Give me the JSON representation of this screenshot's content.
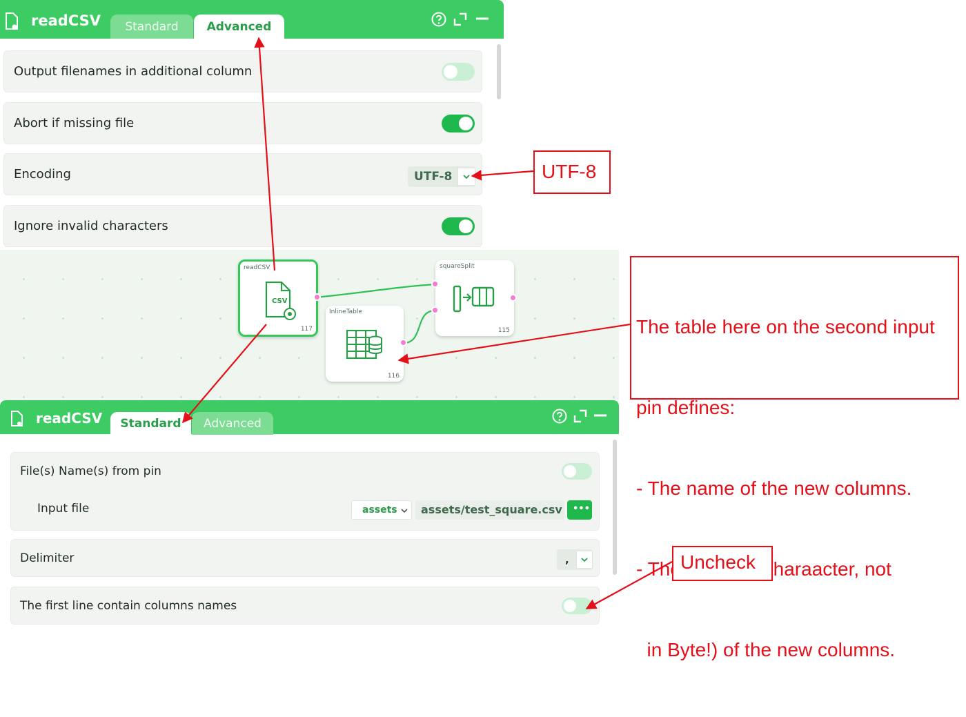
{
  "colors": {
    "accent": "#3dcc63",
    "toggle_on": "#1fb84d",
    "annotation": "#e3101a",
    "pin": "#f57ad2"
  },
  "top_panel": {
    "title": "readCSV",
    "tabs": {
      "standard": "Standard",
      "advanced": "Advanced"
    },
    "active_tab": "Advanced",
    "rows": [
      {
        "label": "Output filenames in additional column",
        "toggle": false
      },
      {
        "label": "Abort if missing file",
        "toggle": true
      },
      {
        "label": "Encoding",
        "value": "UTF-8"
      },
      {
        "label": "Ignore invalid characters",
        "toggle": true
      }
    ]
  },
  "canvas": {
    "nodes": {
      "read_csv": {
        "title": "readCSV",
        "icon_text": "CSV",
        "id": "117"
      },
      "square_split": {
        "title": "squareSplit",
        "id": "115"
      },
      "inline_table": {
        "title": "InlineTable",
        "id": "116"
      }
    }
  },
  "bottom_panel": {
    "title": "readCSV",
    "tabs": {
      "standard": "Standard",
      "advanced": "Advanced"
    },
    "active_tab": "Standard",
    "file_from_pin": {
      "label": "File(s) Name(s) from pin",
      "toggle": false
    },
    "input_file": {
      "label": "Input file",
      "source": "assets",
      "path": "assets/test_square.csv",
      "browse": "•••"
    },
    "delimiter": {
      "label": "Delimiter",
      "value": ","
    },
    "first_line_names": {
      "label": "The first line contain columns names",
      "toggle": false
    }
  },
  "annotations": {
    "utf8": "UTF-8",
    "table_note": [
      "The table here on the second input",
      "pin defines:",
      "- The name of the new columns.",
      "- The width (in charaacter, not",
      "  in Byte!) of the new columns."
    ],
    "uncheck": "Uncheck"
  }
}
